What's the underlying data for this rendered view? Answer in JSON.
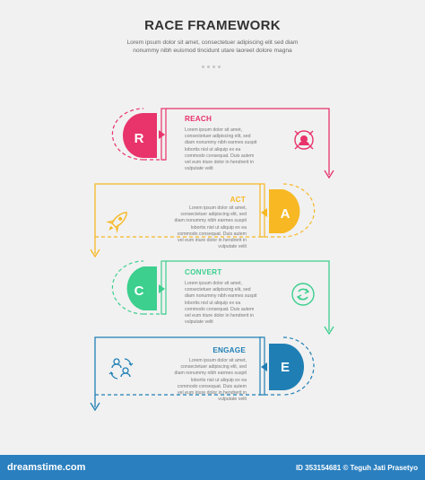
{
  "header": {
    "title": "RACE FRAMEWORK",
    "subtitle": "Lorem ipsum dolor sit amet, consectetuer adipiscing elit sed diam nonummy nibh euismod tincidunt utare laoreet dolore magna"
  },
  "steps": [
    {
      "letter": "R",
      "label": "REACH",
      "body": "Lorem ipsum dolor sit amet, consectetuer adipiscing elit, sed diam nonummy nibh earmes suspit lobortis nisl ut aliquip ex ea commodo consequat. Duis autem vel eum iriure dolor in hendrerit in vulputate velit",
      "color": "#e8336b",
      "icon": "target-user-icon"
    },
    {
      "letter": "A",
      "label": "ACT",
      "body": "Lorem ipsum dolor sit amet, consectetuer adipiscing elit, sed diam nonummy nibh earmes suspit lobortis nisl ut aliquip ex ea commodo consequat. Duis autem vel eum iriure dolor in hendrerit in vulputate velit",
      "color": "#f7b824",
      "icon": "rocket-icon"
    },
    {
      "letter": "C",
      "label": "CONVERT",
      "body": "Lorem ipsum dolor sit amet, consectetuer adipiscing elit, sed diam nonummy nibh earmes suspit lobortis nisl ut aliquip ex ea commodo consequat. Duis autem vel eum iriure dolor in hendrerit in vulputate velit",
      "color": "#3ccf8e",
      "icon": "refresh-cycle-icon"
    },
    {
      "letter": "E",
      "label": "ENGAGE",
      "body": "Lorem ipsum dolor sit amet, consectetuer adipiscing elit, sed diam nonummy nibh earmes suspit lobortis nisl ut aliquip ex ea commodo consequat. Duis autem vel eum iriure dolor in hendrerit in vulputate velit",
      "color": "#1f7fb5",
      "icon": "people-exchange-icon"
    }
  ],
  "footer": {
    "brand": "dreamstime.com",
    "credit": "ID 353154681 © Teguh Jati Prasetyo"
  }
}
